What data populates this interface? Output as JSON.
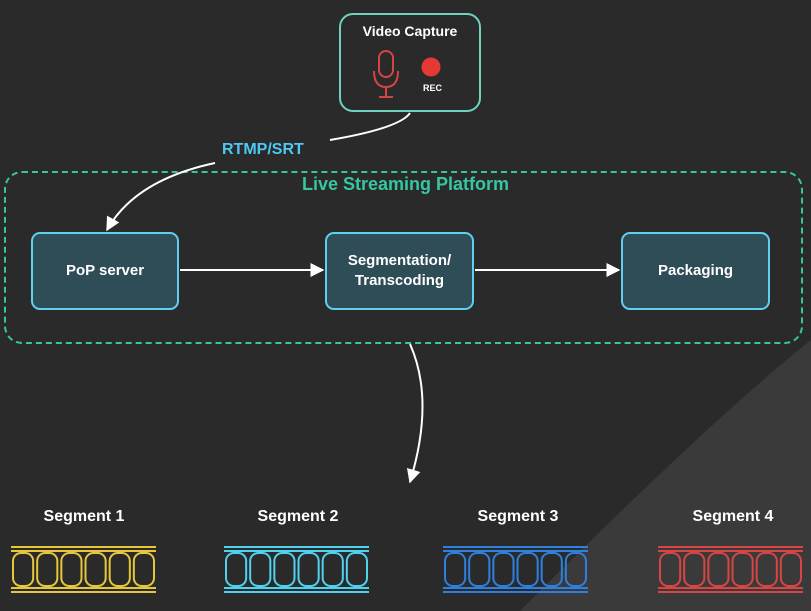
{
  "capture": {
    "title": "Video Capture",
    "rec_label": "REC",
    "icons": [
      "microphone-icon",
      "record-dot-icon"
    ]
  },
  "protocol_label": "RTMP/SRT",
  "platform": {
    "title": "Live Streaming Platform"
  },
  "nodes": {
    "pop": "PoP server",
    "segmentation_line1": "Segmentation/",
    "segmentation_line2": "Transcoding",
    "packaging": "Packaging"
  },
  "segments": [
    {
      "label": "Segment 1",
      "color": "#e6c73c"
    },
    {
      "label": "Segment 2",
      "color": "#4ed2f0"
    },
    {
      "label": "Segment 3",
      "color": "#2f7fde"
    },
    {
      "label": "Segment 4",
      "color": "#d94545"
    }
  ],
  "colors": {
    "background": "#2a2a2a",
    "accent_teal": "#36c6a1",
    "accent_blue": "#4ec8f4",
    "node_fill": "#2e4d57",
    "rec_red": "#e53935"
  }
}
